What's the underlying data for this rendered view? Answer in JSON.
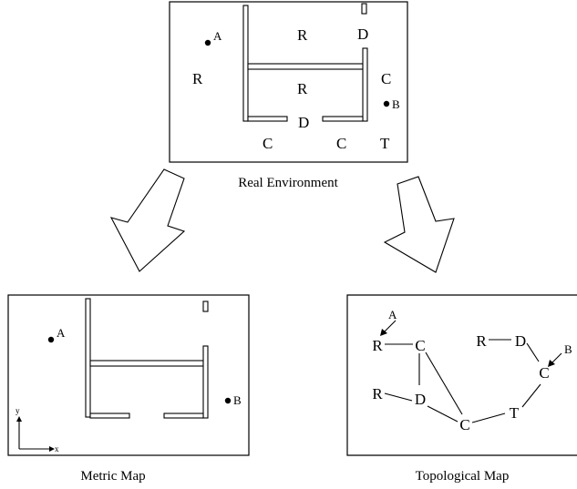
{
  "captions": {
    "real": "Real Environment",
    "metric": "Metric Map",
    "topological": "Topological Map"
  },
  "real_env": {
    "point_a": "A",
    "point_b": "B",
    "room_tl": "R",
    "room_top": "R",
    "room_mid": "R",
    "door_top": "D",
    "door_bottom": "D",
    "corridor_right": "C",
    "corridor_bl": "C",
    "corridor_br": "C",
    "tjunction": "T"
  },
  "metric_map": {
    "point_a": "A",
    "point_b": "B",
    "axis_x": "x",
    "axis_y": "y"
  },
  "topo_map": {
    "point_a": "A",
    "point_b": "B",
    "nodes": {
      "r1": "R",
      "c1": "C",
      "r2": "R",
      "d1": "D",
      "c2": "C",
      "t": "T",
      "c3": "C",
      "d2": "D",
      "r3": "R"
    }
  },
  "colors": {
    "ink": "#000000",
    "paper": "#ffffff"
  }
}
